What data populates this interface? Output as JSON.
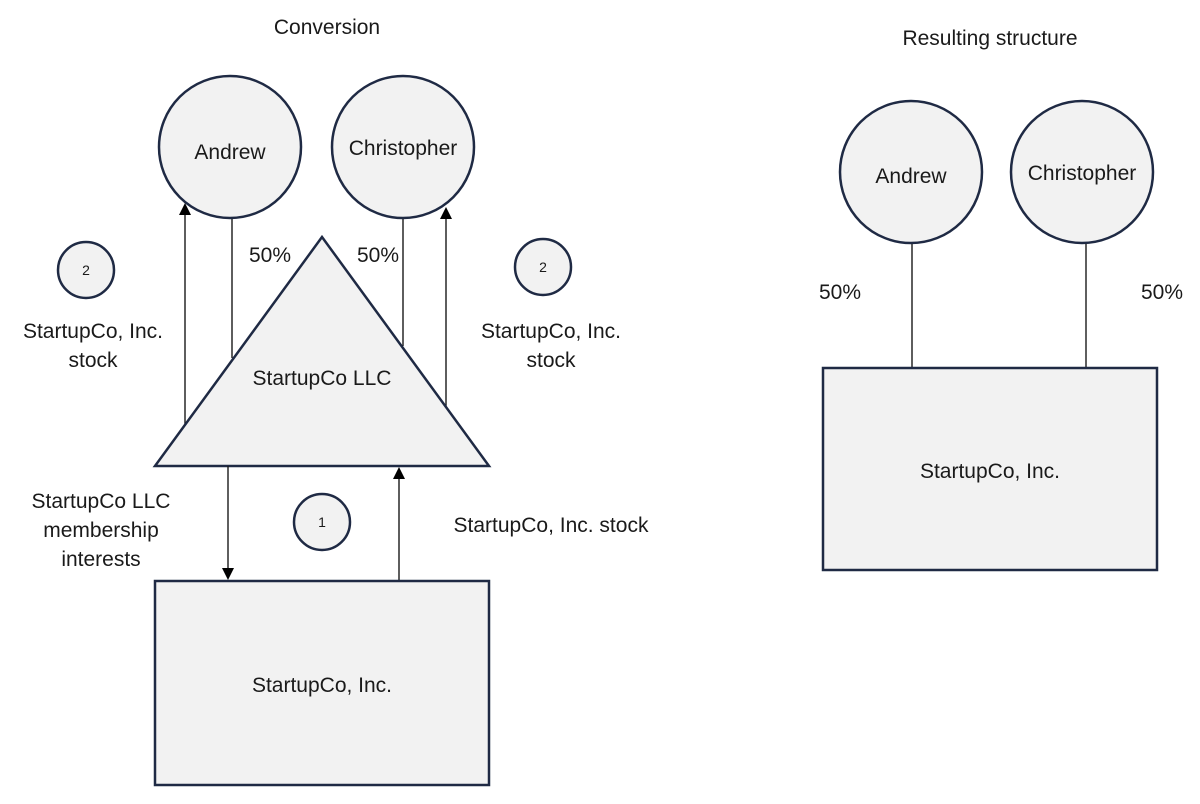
{
  "conversion": {
    "title": "Conversion",
    "owners": [
      {
        "name": "Andrew",
        "percent": "50%"
      },
      {
        "name": "Christopher",
        "percent": "50%"
      }
    ],
    "llc": "StartupCo LLC",
    "corp": "StartupCo, Inc.",
    "step1": {
      "badge": "1",
      "to_corp": [
        "StartupCo LLC",
        "membership",
        "interests"
      ],
      "to_llc": "StartupCo, Inc. stock"
    },
    "step2": {
      "left": {
        "badge": "2",
        "lines": [
          "StartupCo, Inc.",
          "stock"
        ]
      },
      "right": {
        "badge": "2",
        "lines": [
          "StartupCo, Inc.",
          "stock"
        ]
      }
    }
  },
  "result": {
    "title": "Resulting structure",
    "owners": [
      {
        "name": "Andrew",
        "percent": "50%"
      },
      {
        "name": "Christopher",
        "percent": "50%"
      }
    ],
    "corp": "StartupCo, Inc."
  }
}
